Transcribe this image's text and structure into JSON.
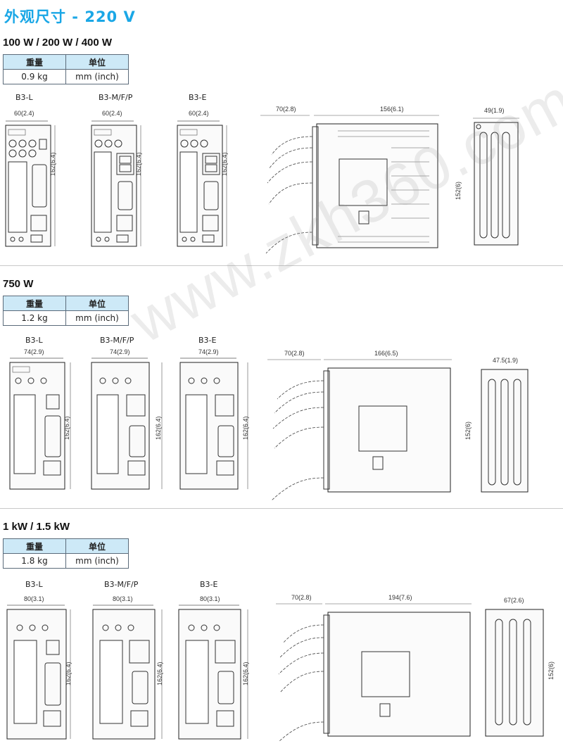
{
  "title": "外观尺寸 - 220 V",
  "watermark": "www.zkh360.com",
  "header_weight": "重量",
  "header_unit": "单位",
  "sections": [
    {
      "power": "100 W / 200 W / 400 W",
      "weight": "0.9 kg",
      "unit": "mm (inch)",
      "models": [
        "B3-L",
        "B3-M/F/P",
        "B3-E"
      ],
      "width_dim": "60(2.4)",
      "height_dim": "162(6.4)",
      "cable_dim": "70(2.8)",
      "depth_dim": "156(6.1)",
      "side_width_dim": "49(1.9)",
      "side_height_dim": "152(6)"
    },
    {
      "power": "750 W",
      "weight": "1.2 kg",
      "unit": "mm (inch)",
      "models": [
        "B3-L",
        "B3-M/F/P",
        "B3-E"
      ],
      "width_dim": "74(2.9)",
      "height_dim": "162(6.4)",
      "cable_dim": "70(2.8)",
      "depth_dim": "166(6.5)",
      "side_width_dim": "47.5(1.9)",
      "side_height_dim": "152(6)"
    },
    {
      "power": "1 kW / 1.5 kW",
      "weight": "1.8 kg",
      "unit": "mm (inch)",
      "models": [
        "B3-L",
        "B3-M/F/P",
        "B3-E"
      ],
      "width_dim": "80(3.1)",
      "height_dim": "162(6.4)",
      "cable_dim": "70(2.8)",
      "depth_dim": "194(7.6)",
      "side_width_dim": "67(2.6)",
      "side_height_dim": "152(6)"
    }
  ]
}
